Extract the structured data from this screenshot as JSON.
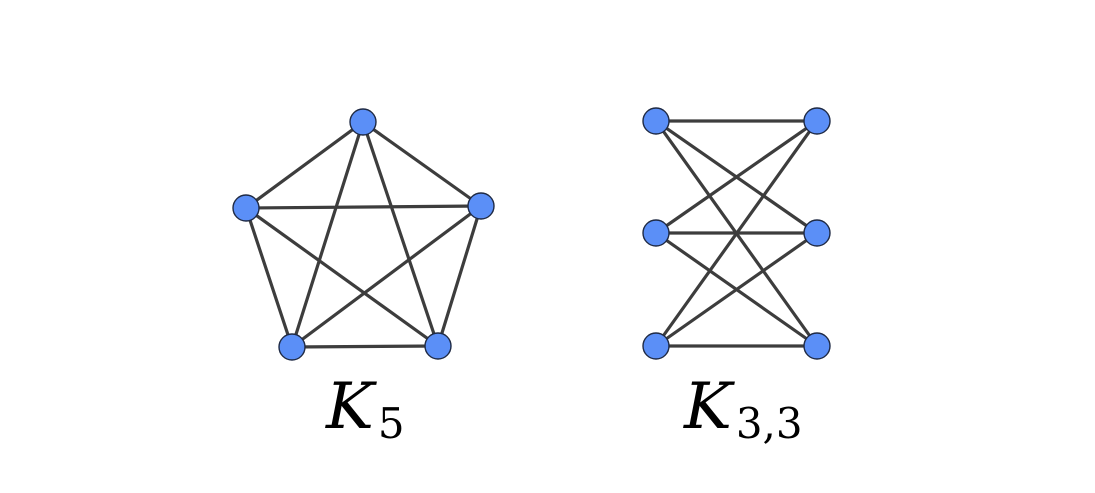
{
  "graphs": [
    {
      "id": "k5",
      "label_main": "K",
      "label_sub": "5"
    },
    {
      "id": "k33",
      "label_main": "K",
      "label_sub": "3,3"
    }
  ],
  "colors": {
    "node_fill": "#5b8ff7",
    "edge": "#3d3d3d"
  }
}
